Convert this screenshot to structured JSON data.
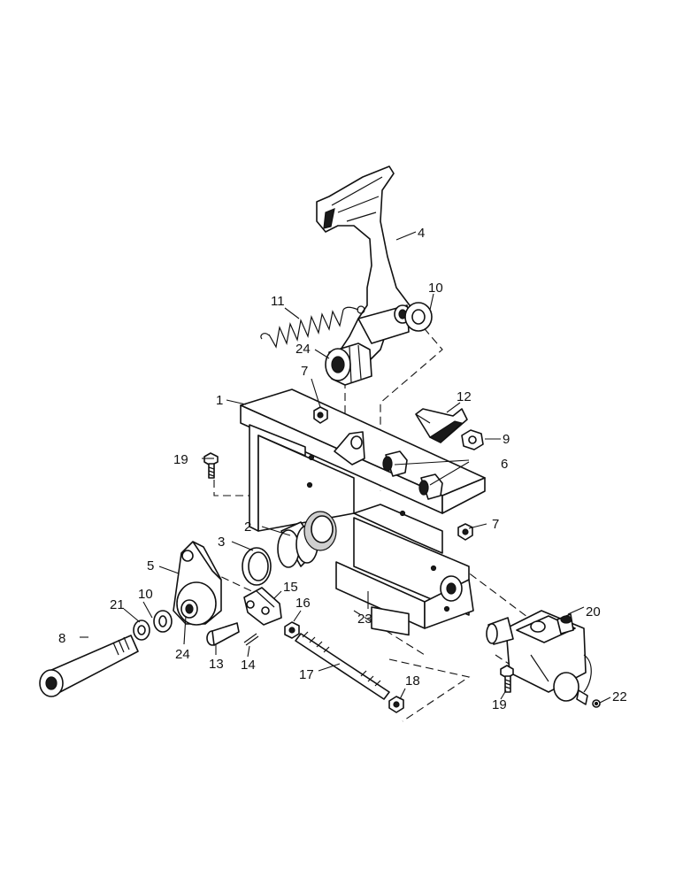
{
  "callouts": {
    "c1": "1",
    "c2": "2",
    "c3": "3",
    "c4": "4",
    "c5": "5",
    "c6": "6",
    "c7a": "7",
    "c7b": "7",
    "c8": "8",
    "c9": "9",
    "c10a": "10",
    "c10b": "10",
    "c11": "11",
    "c12": "12",
    "c13": "13",
    "c14": "14",
    "c15": "15",
    "c16": "16",
    "c17": "17",
    "c18": "18",
    "c19a": "19",
    "c19b": "19",
    "c20": "20",
    "c21": "21",
    "c22": "22",
    "c23": "23",
    "c24a": "24",
    "c24b": "24"
  }
}
